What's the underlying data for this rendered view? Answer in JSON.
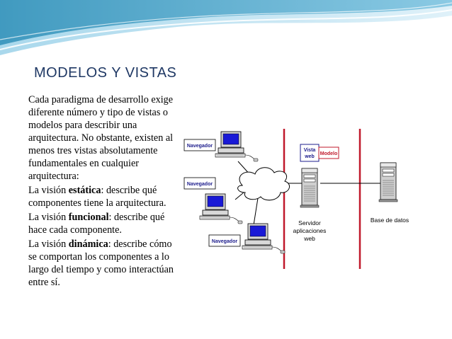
{
  "slide": {
    "title": "MODELOS  Y  VISTAS",
    "intro": "Cada paradigma de desarrollo exige diferente número y tipo de vistas o modelos para describir una arquitectura. No obstante, existen al menos tres vistas absolutamente fundamentales en cualquier arquitectura:",
    "views": [
      {
        "prefix": "La visión ",
        "term": "estática",
        "suffix": ": describe qué componentes tiene la arquitectura."
      },
      {
        "prefix": "La visión ",
        "term": "funcional",
        "suffix": ": describe qué hace cada componente."
      },
      {
        "prefix": "La visión ",
        "term": "dinámica",
        "suffix": ": describe cómo se comportan los componentes a lo largo del tiempo y como interactúan entre sí."
      }
    ]
  },
  "diagram": {
    "browser_label": "Navegador",
    "view_label": "Vista web",
    "model_label": "Modelo",
    "server_label": "Servidor aplicaciones web",
    "database_label": "Base de datos"
  },
  "colors": {
    "title": "#1f3864",
    "wave_dark": "#2e8fb8",
    "wave_light": "#a9d8ec",
    "tier_line": "#c0192b",
    "label_text": "#1c1c8c"
  }
}
